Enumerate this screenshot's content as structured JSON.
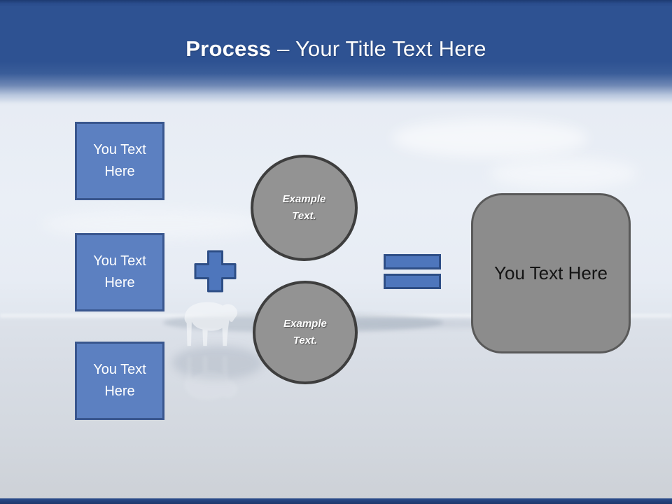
{
  "slide_title": {
    "bold_text": "Process",
    "regular_text": "– Your Title Text Here"
  },
  "left_boxes": [
    {
      "label": "You Text Here"
    },
    {
      "label": "You Text Here"
    },
    {
      "label": "You Text Here"
    }
  ],
  "circles": [
    {
      "label": "Example Text."
    },
    {
      "label": "Example Text."
    }
  ],
  "result_box": {
    "label": "You Text Here"
  },
  "background_image": "polar-bear-on-ice-photo",
  "colors": {
    "header_blue": "#2E5292",
    "box_blue": "#5C80C1",
    "box_border": "#39568E",
    "operator_blue": "#4E76BC",
    "operator_border": "#2E4E86",
    "circle_gray": "#939393",
    "circle_border": "#3E3E3E",
    "result_gray": "#8C8C8C",
    "result_border": "#595959",
    "footer_navy": "#2B4C8C"
  }
}
